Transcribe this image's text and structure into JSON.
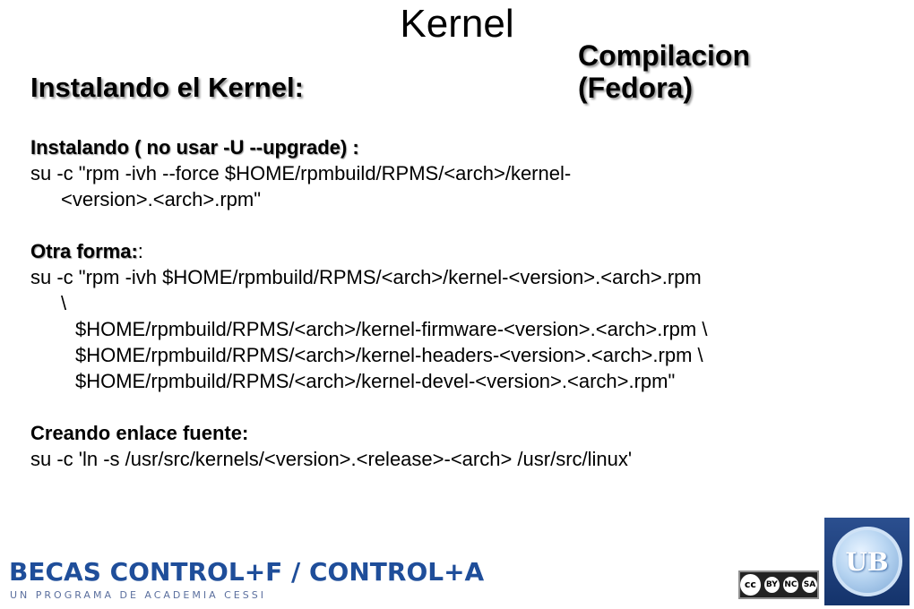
{
  "slide": {
    "title": "Kernel",
    "subtitle_line1": "Compilacion",
    "subtitle_line2": "(Fedora)",
    "heading": "Instalando el Kernel:",
    "section1": {
      "label": "Instalando ( no usar -U --upgrade) :",
      "line1": "su -c \"rpm -ivh --force $HOME/rpmbuild/RPMS/<arch>/kernel-",
      "line2": "<version>.<arch>.rpm\""
    },
    "section2": {
      "label": "Otra forma:",
      "label_suffix": ":",
      "line1": "su -c \"rpm -ivh $HOME/rpmbuild/RPMS/<arch>/kernel-<version>.<arch>.rpm",
      "line2": "\\",
      "line3": "$HOME/rpmbuild/RPMS/<arch>/kernel-firmware-<version>.<arch>.rpm \\",
      "line4": "$HOME/rpmbuild/RPMS/<arch>/kernel-headers-<version>.<arch>.rpm \\",
      "line5": "$HOME/rpmbuild/RPMS/<arch>/kernel-devel-<version>.<arch>.rpm\""
    },
    "section3": {
      "label": "Creando enlace fuente:",
      "line1": "su -c 'ln -s /usr/src/kernels/<version>.<release>-<arch> /usr/src/linux'"
    }
  },
  "footer": {
    "brand": "BECAS CONTROL+F / CONTROL+A",
    "tagline": "UN PROGRAMA DE ACADEMIA CESSI",
    "license_badge": {
      "c1": "cc",
      "c2": "BY",
      "c3": "NC",
      "c4": "SA"
    },
    "logo_text": "UB"
  }
}
